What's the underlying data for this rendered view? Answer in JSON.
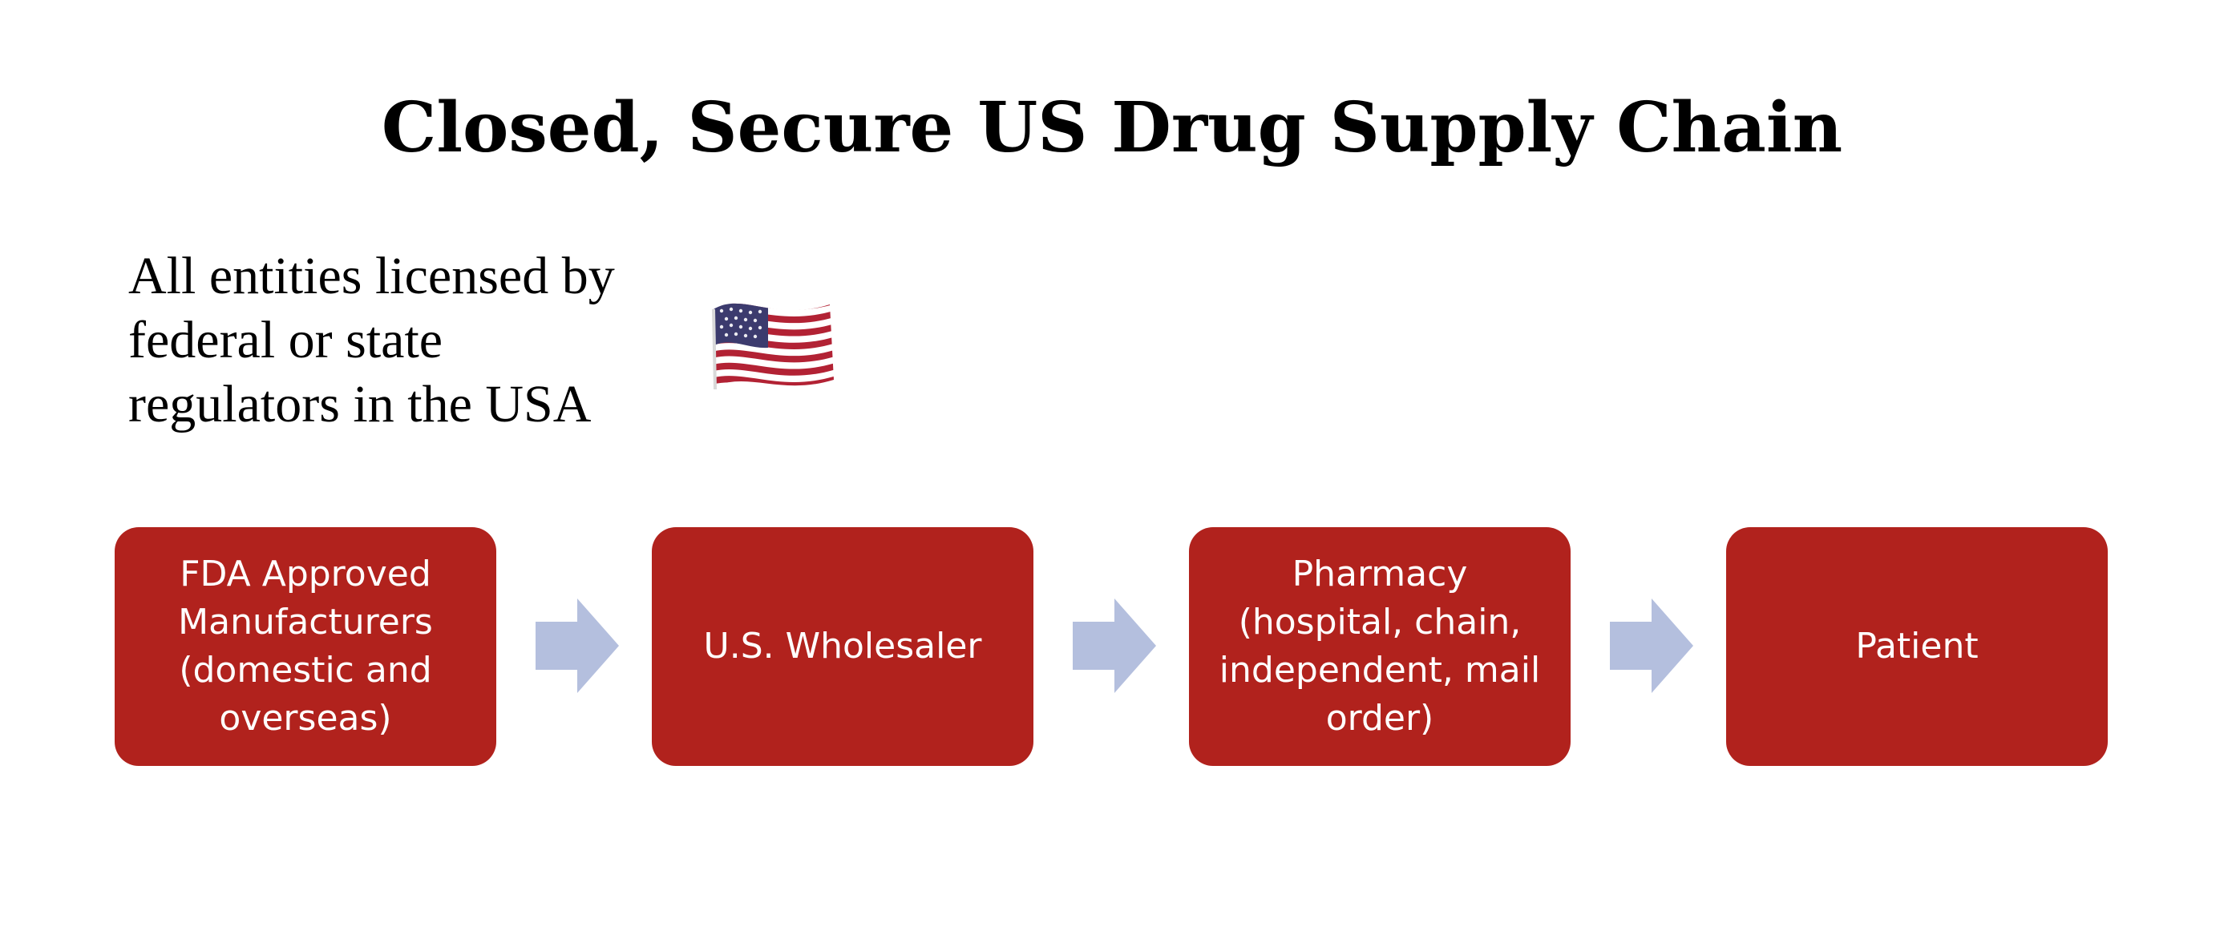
{
  "title": "Closed, Secure US Drug Supply Chain",
  "subtitle_lines": [
    "All entities licensed by",
    "federal or state",
    "regulators in the USA"
  ],
  "flag": {
    "icon": "us-flag-icon",
    "colors": {
      "red": "#b22234",
      "white": "#ffffff",
      "blue": "#3c3b6e"
    }
  },
  "colors": {
    "box": "#b1221d",
    "box_text": "#ffffff",
    "arrow": "#b4bfde"
  },
  "nodes": [
    {
      "lines": [
        "FDA Approved",
        "Manufacturers",
        "(domestic and",
        "overseas)"
      ]
    },
    {
      "lines": [
        "U.S. Wholesaler"
      ]
    },
    {
      "lines": [
        "Pharmacy",
        "(hospital, chain,",
        "independent, mail",
        "order)"
      ]
    },
    {
      "lines": [
        "Patient"
      ]
    }
  ],
  "arrows": [
    {
      "icon": "right-arrow-icon"
    },
    {
      "icon": "right-arrow-icon"
    },
    {
      "icon": "right-arrow-icon"
    }
  ]
}
